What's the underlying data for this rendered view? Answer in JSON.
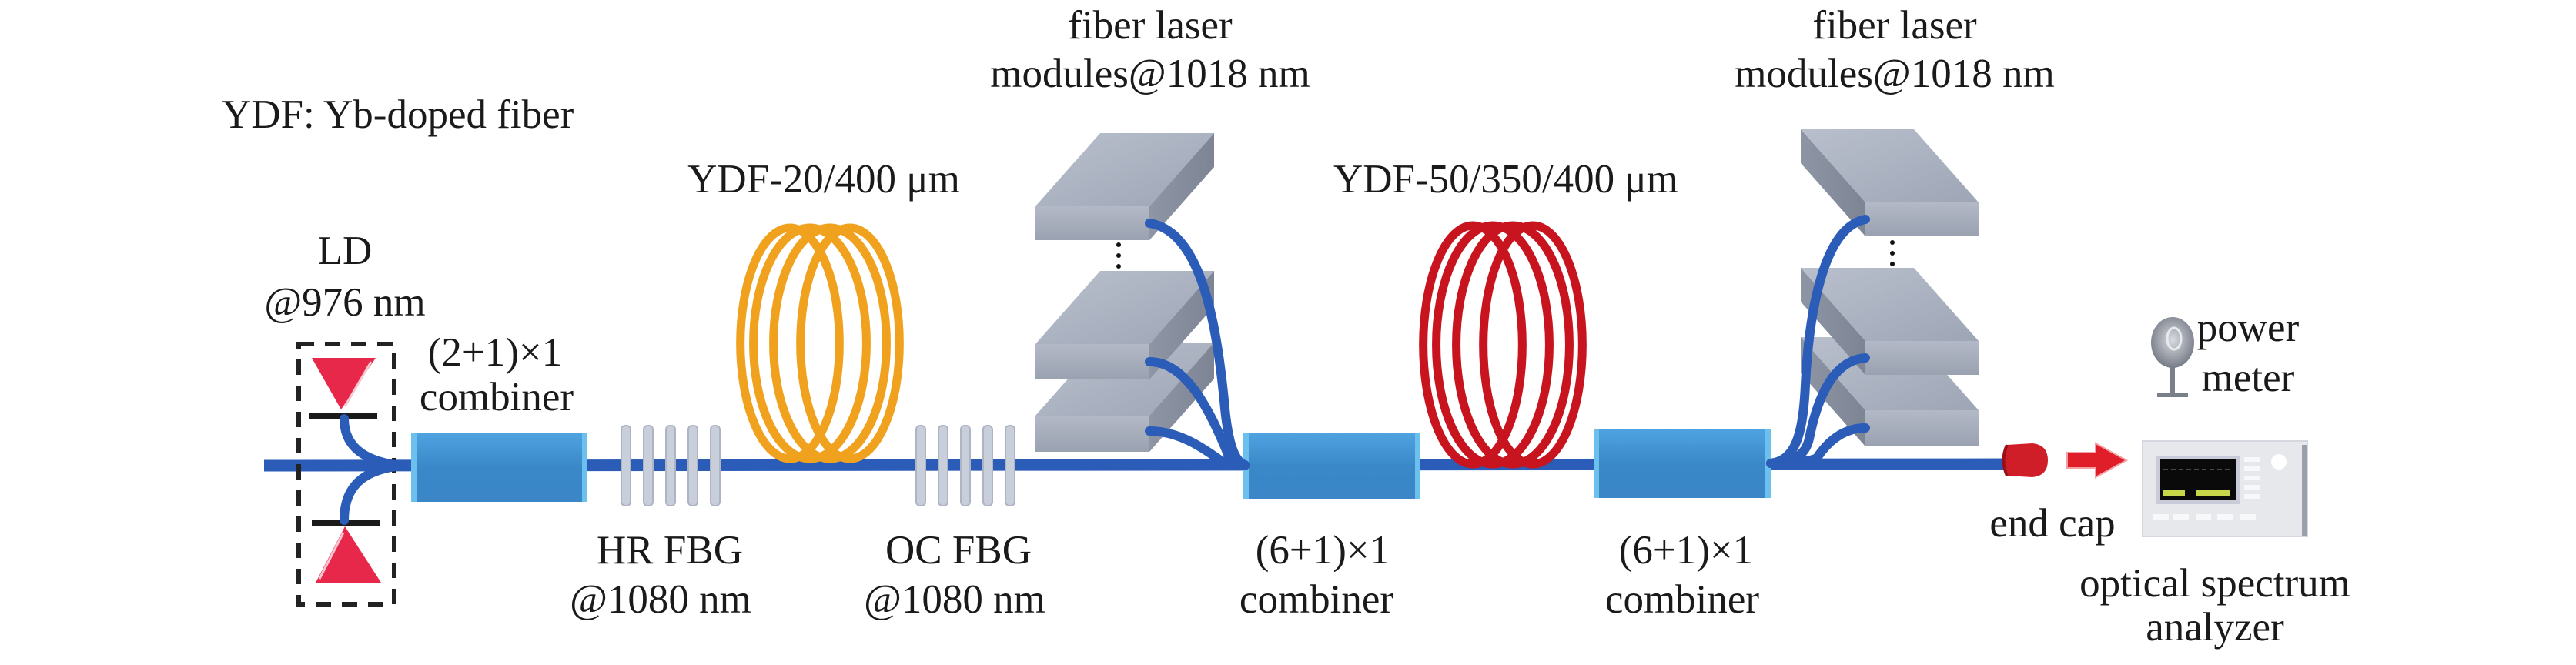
{
  "diagram": {
    "legend": "YDF: Yb-doped fiber",
    "colors": {
      "fiber": "#2a5cb8",
      "combiner": "#3f8fd0",
      "gain_fiber_1": "#f0a21e",
      "gain_fiber_2": "#c8141e",
      "pump_ld": "#e8284a",
      "module": "#a9b0bf"
    },
    "components": {
      "ld": {
        "line1": "LD",
        "line2": "@976 nm"
      },
      "combiner_1": {
        "line1": "(2+1)×1",
        "line2": "combiner"
      },
      "hr_fbg": {
        "line1": "HR FBG",
        "line2": "@1080 nm"
      },
      "ydf_1": {
        "label": "YDF-20/400 μm"
      },
      "oc_fbg": {
        "line1": "OC FBG",
        "line2": "@1080 nm"
      },
      "modules_1": {
        "line1": "fiber laser",
        "line2": "modules@1018 nm"
      },
      "combiner_2": {
        "line1": "(6+1)×1",
        "line2": "combiner"
      },
      "ydf_2": {
        "label": "YDF-50/350/400 μm"
      },
      "combiner_3": {
        "line1": "(6+1)×1",
        "line2": "combiner"
      },
      "modules_2": {
        "line1": "fiber laser",
        "line2": "modules@1018 nm"
      },
      "end_cap": {
        "label": "end cap"
      },
      "power_meter": {
        "line1": "power",
        "line2": "meter"
      },
      "osa": {
        "line1": "optical spectrum",
        "line2": "analyzer"
      }
    }
  }
}
